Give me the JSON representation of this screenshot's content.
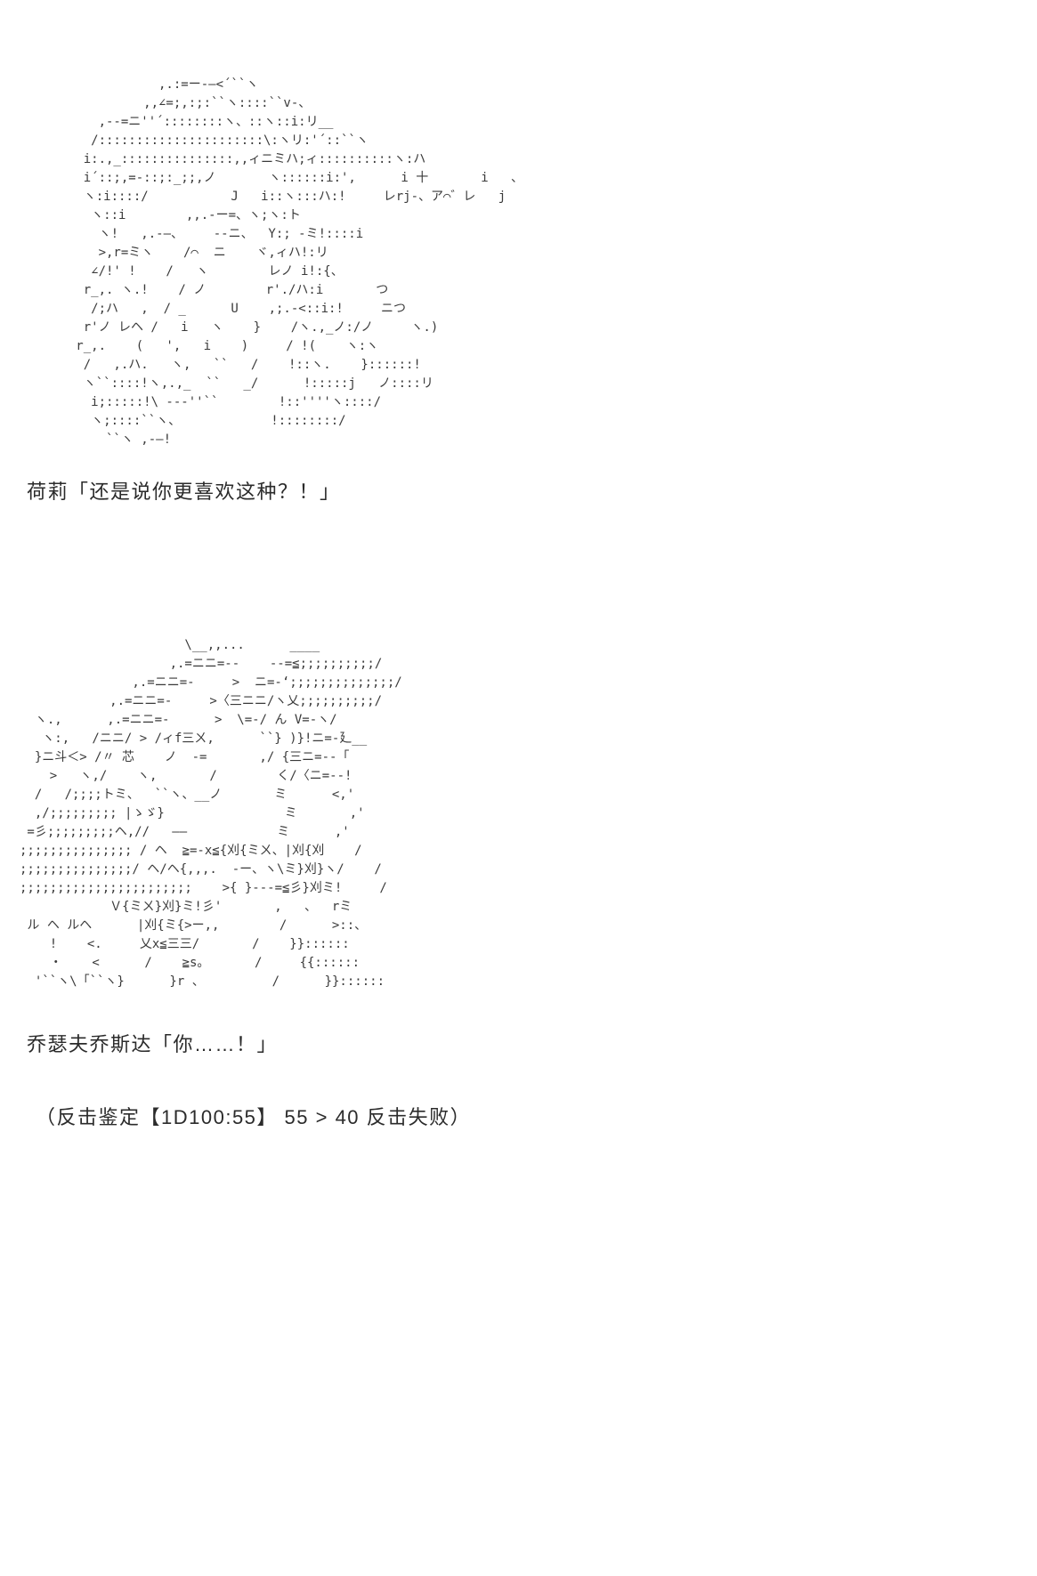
{
  "colors": {
    "background": "#ffffff",
    "aa_text": "#3a3a3a",
    "caption_text": "#2b2b2b"
  },
  "aa_blocks": [
    {
      "lines": [
        "              ,.:=ー-―<´``ヽ",
        "            ,,∠=;,:;:``ヽ::::``v-、",
        "      ,--=ニ''´::::::::ヽ、::ヽ::i:リ__",
        "     /::::::::::::::::::::::\\:ヽリ:'´::``ヽ",
        "    i:.,_:::::::::::::::,,ィニミハ;ィ::::::::::ヽ:ハ",
        "    i´::;,=-::;:_;;,ノ       ヽ::::::i:',      i 十       i   、",
        "    ヽ:i::::/           J   i::ヽ:::ハ:!     レrj-、ア⌒゛レ   j",
        "     ヽ::i        ,,.-ー=、ヽ;ヽ:ト",
        "      ヽ!   ,.-―、    --ニ、  Y:; -ミ!::::i",
        "      >,r=ミヽ    /⌒  ニ    ヾ,ィハ!:リ",
        "     ∠/!' !    /   ヽ        レノ i!:{、",
        "    r_,. ヽ.!    / ノ        r'./ハ:i       つ",
        "     /;ハ   ,  / _      U    ,;.-<::i:!     ニつ",
        "    r'ノ レヘ /   i   ヽ    }    /ヽ.,_ノ:/ノ     ヽ.)",
        "   r_,.    (   ',   i    )     / !(    ヽ:ヽ",
        "    /   ,.ハ.   ヽ,   ``   /    !::ヽ.    }::::::!",
        "    ヽ``::::!ヽ,.,_  ``   _/      !:::::j   ノ::::リ",
        "     i;:::::!\\ ---''``        !::''''ヽ::::/",
        "     ヽ;::::``ヽ、            !::::::::/",
        "       ``ヽ ,-―!"
      ]
    },
    {
      "lines": [
        "                      \\__,,...      ____",
        "                    ,.=ニニ=--    --=≦;;;;;;;;;;/",
        "               ,.=ニニ=-     >  ニ=-‘;;;;;;;;;;;;;;/",
        "            ,.=ニニ=-     >〈三ニニ/ヽ乂;;;;;;;;;;/",
        "  ヽ.,      ,.=ニニ=-      >  \\=-/ ん V=-ヽ/",
        "   ヽ:,   /ニニ/ > /ィf三ㄨ,      ``} )}!ニ=-廴__",
        "  }ニ斗＜> /〃 芯    ノ  -=       ,/ {三ニ=--「",
        "    >   ヽ,/    ヽ,       /        く/〈ニ=--!",
        "  /   /;;;;トミ、  ``ヽ、__ノ       ミ      <,'",
        "  ,/;;;;;;;;; |ゝゞ}                ミ       ,'",
        " =彡;;;;;;;;;ヘ,//   ――            ミ      ,'",
        ";;;;;;;;;;;;;;; / ヘ  ≧=-x≦{刈{ミㄨ、|刈{刈    /",
        ";;;;;;;;;;;;;;;/ ヘ/ヘ{,,,.  -ー、ヽ\\ミ}刈}ヽ/    /",
        ";;;;;;;;;;;;;;;;;;;;;;;    >{ }---=≦彡}刈ミ!     /",
        "            Ｖ{ミㄨ}刈}ミ!彡'       ,   、  rミ",
        " ル ヘ ルヘ      |刈{ミ{>ー,,        /      >::、",
        "    !    <.     乂x≦三三/       /    }}::::::",
        "    ・    <      /    ≧s。      /     {{::::::",
        "  '``ヽ\\「``ヽ}      }r 、         /      }}::::::"
      ]
    }
  ],
  "captions": [
    "荷莉「还是说你更喜欢这种？！」",
    "乔瑟夫乔斯达「你……！」"
  ],
  "dice_check": "（反击鉴定【1D100:55】 55 > 40 反击失败）"
}
